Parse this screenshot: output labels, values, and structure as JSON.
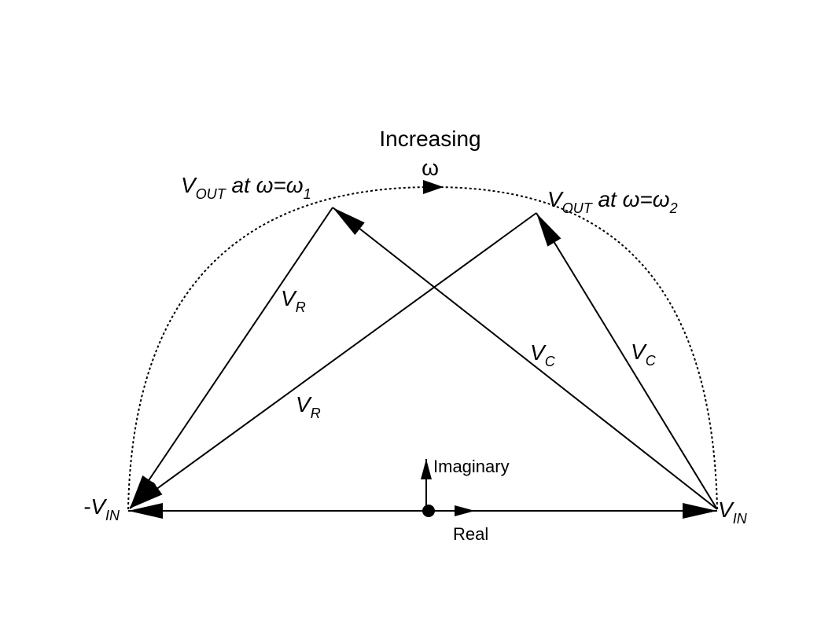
{
  "diagram": {
    "colors": {
      "stroke": "#000000",
      "background": "#ffffff"
    },
    "labels": {
      "increasing": "Increasing",
      "omega": "ω",
      "vout1": {
        "main": "V",
        "sub": "OUT",
        "rest": " at ω=ω",
        "sub2": "1"
      },
      "vout2": {
        "main": "V",
        "sub": "OUT",
        "rest": " at ω=ω",
        "sub2": "2"
      },
      "vr_left": {
        "main": "V",
        "sub": "R"
      },
      "vr_mid": {
        "main": "V",
        "sub": "R"
      },
      "vc_mid": {
        "main": "V",
        "sub": "C"
      },
      "vc_right": {
        "main": "V",
        "sub": "C"
      },
      "neg_vin": {
        "main": "-V",
        "sub": "IN"
      },
      "vin": {
        "main": "V",
        "sub": "IN"
      },
      "imaginary": "Imaginary",
      "real": "Real"
    }
  }
}
